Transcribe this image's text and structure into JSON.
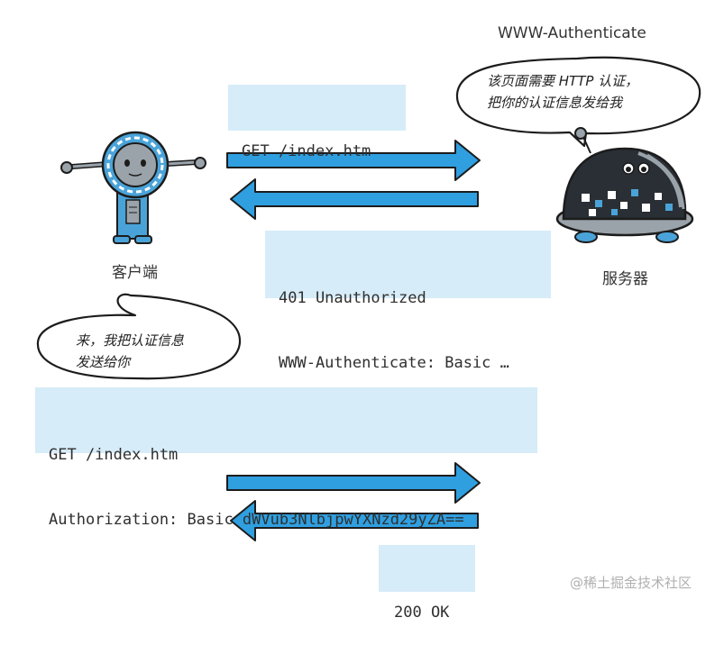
{
  "header_label": "WWW-Authenticate",
  "client": {
    "label": "客户端",
    "bubble": [
      "来，我把认证信息",
      "发送给你"
    ]
  },
  "server": {
    "label": "服务器",
    "bubble": [
      "该页面需要 HTTP 认证，",
      "把你的认证信息发给我"
    ]
  },
  "messages": {
    "request1": [
      "GET /index.htm"
    ],
    "response1": [
      "401 Unauthorized",
      "WWW-Authenticate: Basic …"
    ],
    "request2": [
      "GET /index.htm",
      "Authorization: Basic dWVub3NlbjpwYXNzd29yZA=="
    ],
    "response2": [
      "200 OK"
    ]
  },
  "watermark": "@稀土掘金技术社区",
  "colors": {
    "arrow": "#2f9fe0",
    "box": "#d6ecf8",
    "robot_blue": "#4aa3d8",
    "server_dark": "#2a2f35"
  }
}
